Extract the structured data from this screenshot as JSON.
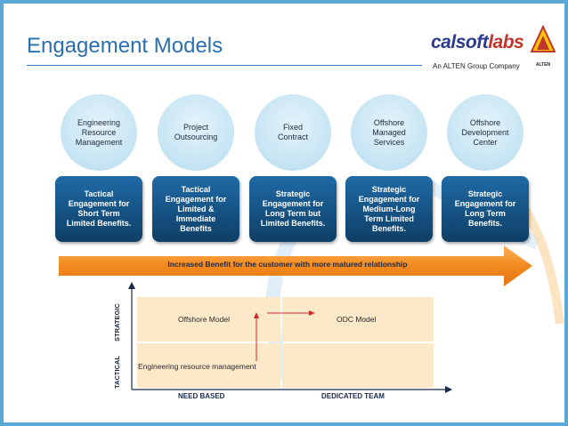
{
  "header": {
    "title": "Engagement Models",
    "logo_brand": "calsoft",
    "logo_brand_accent": "labs",
    "logo_tagline": "An ALTEN Group Company",
    "logo_partner": "ALTEN"
  },
  "models": [
    {
      "circle": "Engineering\nResource\nManagement",
      "box": "Tactical\nEngagement for\nShort Term\nLimited Benefits."
    },
    {
      "circle": "Project\nOutsourcing",
      "box": "Tactical\nEngagement for\nLimited &\nImmediate\nBenefits"
    },
    {
      "circle": "Fixed\nContract",
      "box": "Strategic\nEngagement for\nLong Term but\nLimited Benefits."
    },
    {
      "circle": "Offshore\nManaged\nServices",
      "box": "Strategic\nEngagement for\nMedium-Long\nTerm Limited\nBenefits."
    },
    {
      "circle": "Offshore\nDevelopment\nCenter",
      "box": "Strategic\nEngagement for\nLong Term\nBenefits."
    }
  ],
  "benefit_arrow": {
    "text": "Increased Benefit for the customer with more matured relationship"
  },
  "matrix": {
    "y_axis": {
      "low": "TACTICAL",
      "high": "STRATEGIC"
    },
    "x_axis": {
      "low": "NEED BASED",
      "high": "DEDICATED TEAM"
    },
    "quadrants": {
      "top_left": "Offshore Model",
      "top_right": "ODC Model",
      "bottom_left": "Engineering resource management"
    }
  },
  "colors": {
    "title": "#2a6fb0",
    "box": "#0e3f66",
    "arrow": "#f28a1e",
    "quadrant": "#fbe9c9",
    "red_arrow": "#d0282c"
  }
}
